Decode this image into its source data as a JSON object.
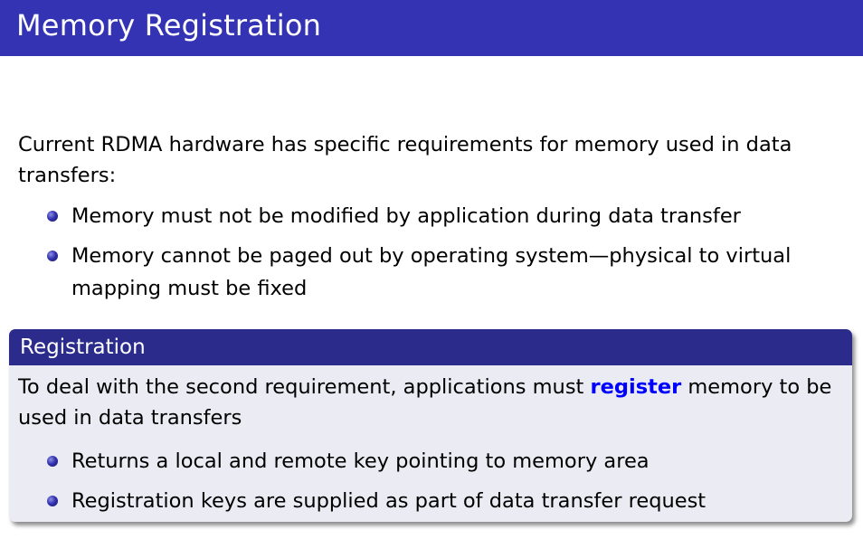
{
  "slide": {
    "title": "Memory Registration",
    "intro": "Current RDMA hardware has specific requirements for memory used in data transfers:",
    "bullets": [
      "Memory must not be modified by application during data transfer",
      "Memory cannot be paged out by operating system—physical to virtual mapping must be fixed"
    ]
  },
  "block": {
    "title": "Registration",
    "text_before": "To deal with the second requirement, applications must ",
    "highlight": "register",
    "text_after": " memory to be used in data transfers",
    "bullets": [
      "Returns a local and remote key pointing to memory area",
      "Registration keys are supplied as part of data transfer request"
    ]
  },
  "colors": {
    "title_bar": "#3333b3",
    "block_header": "#2b2b8c",
    "block_body": "#ebebf4",
    "highlight": "#0000ff"
  }
}
